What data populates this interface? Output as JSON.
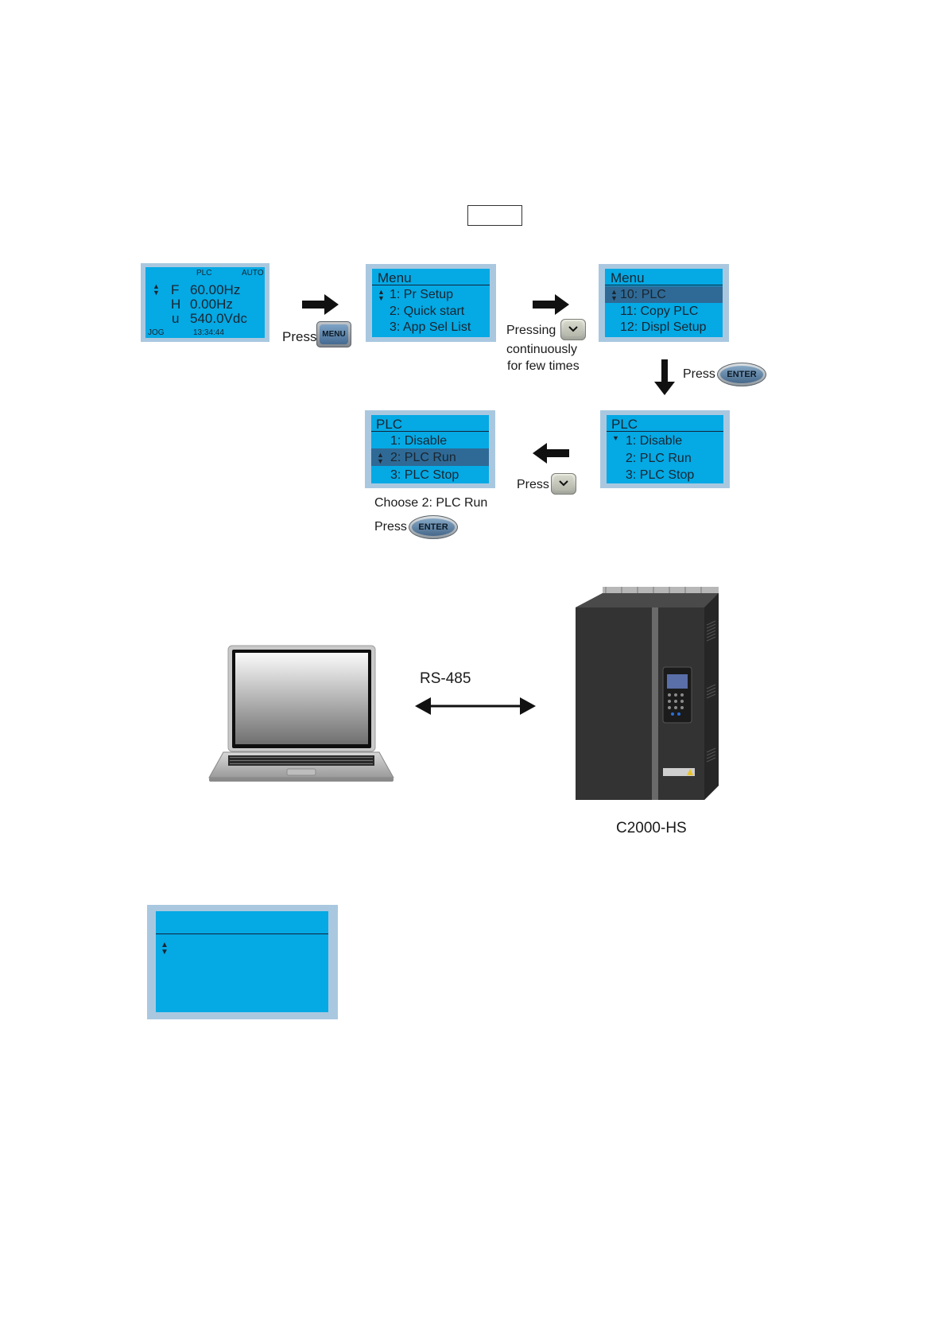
{
  "main_lcd": {
    "tag_plc": "PLC",
    "tag_auto": "AUTO",
    "rows": [
      {
        "k": "F",
        "v": "60.00Hz"
      },
      {
        "k": "H",
        "v": "0.00Hz"
      },
      {
        "k": "u",
        "v": "540.0Vdc"
      }
    ],
    "jog": "JOG",
    "time": "13:34:44"
  },
  "menu_lcd_1": {
    "title": "Menu",
    "items": [
      "1: Pr Setup",
      "2: Quick start",
      "3: App Sel List"
    ]
  },
  "menu_lcd_2": {
    "title": "Menu",
    "items": [
      "10: PLC",
      "11: Copy PLC",
      "12: Displ Setup"
    ]
  },
  "plc_lcd_1": {
    "title": "PLC",
    "items": [
      "1: Disable",
      "2: PLC Run",
      "3: PLC Stop"
    ]
  },
  "plc_lcd_2": {
    "title": "PLC",
    "items": [
      "1: Disable",
      "2: PLC Run",
      "3: PLC Stop"
    ]
  },
  "steps": {
    "press_1": "Press",
    "key_menu": "MENU",
    "pressing": "Pressing",
    "continuously": "continuously",
    "few_times": "for few times",
    "press_2": "Press",
    "key_enter_1": "ENTER",
    "press_3": "Press",
    "choose": "Choose 2: PLC Run",
    "press_4": "Press",
    "key_enter_2": "ENTER"
  },
  "connection": {
    "label": "RS-485",
    "device": "C2000-HS"
  }
}
